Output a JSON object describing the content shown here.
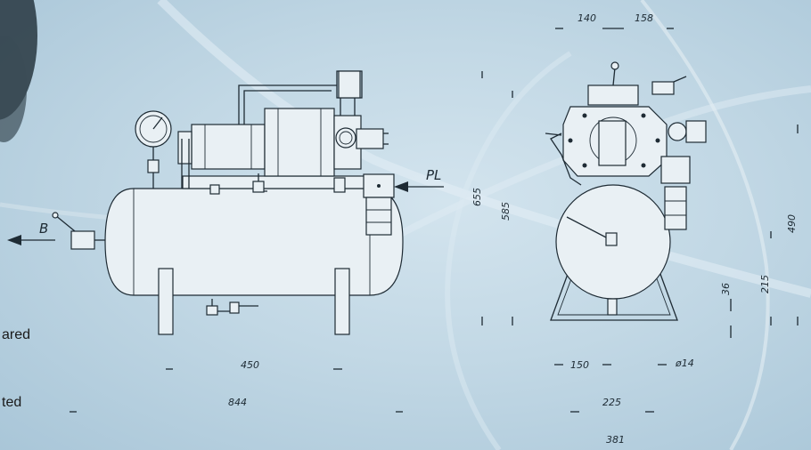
{
  "side_text": {
    "line1": "ared",
    "line2": "ted"
  },
  "labels": {
    "pl": "PL",
    "b": "B"
  },
  "dimensions": {
    "d140": "140",
    "d158": "158",
    "d655": "655",
    "d585": "585",
    "d490": "490",
    "d215": "215",
    "d36": "36",
    "d450": "450",
    "d844": "844",
    "d150": "150",
    "d14": "ø14",
    "d225": "225",
    "d381": "381"
  }
}
